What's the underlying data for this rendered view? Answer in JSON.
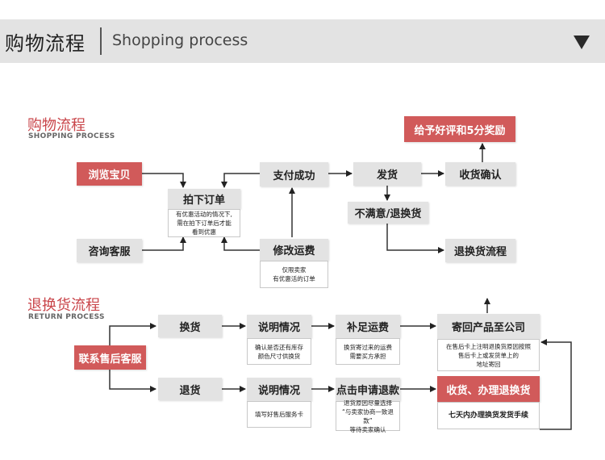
{
  "header": {
    "title_cn": "购物流程",
    "title_en": "Shopping process"
  },
  "shopping": {
    "title_cn": "购物流程",
    "title_en": "SHOPPING PROCESS",
    "browse": "浏览宝贝",
    "consult": "咨询客服",
    "order": "拍下订单",
    "order_note": [
      "有优惠活动的情况下,",
      "需在拍下订单后才能",
      "看到优惠"
    ],
    "modify": "修改运费",
    "modify_note": [
      "仅限卖家",
      "有优惠活的订单"
    ],
    "pay": "支付成功",
    "ship": "发货",
    "receive": "收货确认",
    "reward": "给予好评和5分奖励",
    "unsatisfied": "不满意/退换货",
    "return_flow": "退换货流程"
  },
  "returns": {
    "title_cn": "退换货流程",
    "title_en": "RETURN PROCESS",
    "contact": "联系售后客服",
    "exchange": "换货",
    "explain1": "说明情况",
    "explain1_note": [
      "确认是否还有库存",
      "颜色尺寸供换货"
    ],
    "shipping_fee": "补足运费",
    "shipping_fee_note": [
      "换货寄过来的运费",
      "需要买方承担"
    ],
    "send_back": "寄回产品至公司",
    "send_back_note": [
      "在售后卡上注明退换货原因按照",
      "售后卡上或发货单上的",
      "地址寄回"
    ],
    "refund": "退货",
    "explain2": "说明情况",
    "explain2_note": [
      "填写好售后服务卡"
    ],
    "apply_refund": "点击申请退款",
    "apply_refund_note": [
      "退货原因尽量选择",
      "“与卖家协商一致退款”",
      "等待卖家确认"
    ],
    "receive_process": "收货、办理退换货",
    "seven_days": "七天内办理换货发货手续"
  }
}
